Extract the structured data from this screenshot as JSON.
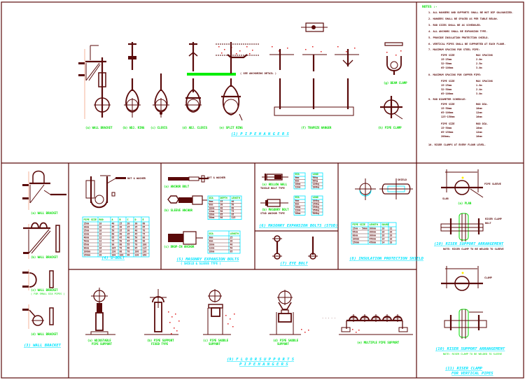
{
  "drawing": {
    "title": "Pipe Hangers and Supports Details",
    "sections": {
      "pipe_hangers": {
        "title": "(1) P I P E   H A N G E R S",
        "details": [
          "(a) WALL BRACKET",
          "(b) ADJ. RING",
          "(c) CLEVIS",
          "(d) ADJ. CLEVIS",
          "(e) SPLIT RING",
          "(f) TRAPEZE HANGER",
          "(g) BEAM CLAMP",
          "(h) PIPE CLAMP"
        ],
        "notes_caption": "( SEE ANCHORING DETAIL )"
      },
      "notes": {
        "heading": "NOTES :-",
        "items": [
          "1. ALL HANGERS AND SUPPORTS SHALL BE HOT DIP GALVANIZED.",
          "2. HANGERS SHALL BE SPACED AS PER TABLE BELOW.",
          "3. ROD SIZES SHALL BE AS SCHEDULED.",
          "4. ALL ANCHORS SHALL BE EXPANSION TYPE.",
          "5. PROVIDE INSULATION PROTECTION SHIELD.",
          "6. VERTICAL PIPES SHALL BE SUPPORTED AT EACH FLOOR.",
          "7. MAXIMUM SPACING FOR STEEL PIPE:",
          "8. MAXIMUM SPACING FOR COPPER PIPE:",
          "9. ROD DIAMETER SCHEDULE:",
          "10. RISER CLAMPS AT EVERY FLOOR LEVEL."
        ],
        "spacing_tables": [
          {
            "header": [
              "PIPE SIZE",
              "MAX SPACING"
            ],
            "rows": [
              [
                "15-25mm",
                "2.0m"
              ],
              [
                "32-50mm",
                "2.5m"
              ],
              [
                "65-100mm",
                "3.0m"
              ]
            ]
          },
          {
            "header": [
              "PIPE SIZE",
              "MAX SPACING"
            ],
            "rows": [
              [
                "15-25mm",
                "1.8m"
              ],
              [
                "32-50mm",
                "2.4m"
              ],
              [
                "65-100mm",
                "3.0m"
              ]
            ]
          },
          {
            "header": [
              "PIPE SIZE",
              "ROD DIA."
            ],
            "rows": [
              [
                "15-50mm",
                "10mm"
              ],
              [
                "65-100mm",
                "12mm"
              ],
              [
                "125-150mm",
                "16mm"
              ]
            ]
          },
          {
            "header": [
              "PIPE SIZE",
              "ROD DIA."
            ],
            "rows": [
              [
                "15-50mm",
                "10mm"
              ],
              [
                "65-150mm",
                "12mm"
              ],
              [
                "200mm+",
                "16mm"
              ]
            ]
          }
        ]
      },
      "wall_brackets": {
        "title": "(3) WALL BRACKET",
        "details": [
          "(a) WALL BRACKET",
          "(b) WALL BRACKET",
          "(c) WALL BRACKET",
          "(d) WALL BRACKET"
        ],
        "subcaption": "( FOR SMALL DIA PIPES )"
      },
      "u_bolt": {
        "title": "(4) U-BOLT",
        "label": "NUT & WASHER",
        "table": {
          "header": [
            "PIPE SIZE",
            "ROD",
            "A",
            "B",
            "C",
            "D",
            "E"
          ],
          "rows": [
            [
              "15mm",
              "10",
              "40",
              "25",
              "20",
              "30",
              "60"
            ],
            [
              "20mm",
              "10",
              "45",
              "30",
              "25",
              "35",
              "65"
            ],
            [
              "25mm",
              "10",
              "50",
              "35",
              "30",
              "40",
              "70"
            ],
            [
              "32mm",
              "10",
              "60",
              "40",
              "35",
              "45",
              "75"
            ],
            [
              "40mm",
              "12",
              "65",
              "45",
              "40",
              "50",
              "80"
            ],
            [
              "50mm",
              "12",
              "75",
              "50",
              "45",
              "60",
              "90"
            ],
            [
              "65mm",
              "12",
              "90",
              "60",
              "55",
              "70",
              "100"
            ],
            [
              "80mm",
              "16",
              "105",
              "70",
              "60",
              "85",
              "115"
            ],
            [
              "100mm",
              "16",
              "130",
              "80",
              "70",
              "100",
              "130"
            ],
            [
              "150mm",
              "20",
              "180",
              "100",
              "90",
              "130",
              "160"
            ]
          ]
        }
      },
      "expansion_bolts": {
        "title": "(5) MASONRY EXPANSION BOLTS",
        "subtitle": "( SHIELD & SLEEVE TYPE )",
        "details": [
          "(a) ANCHOR BOLT",
          "(b) SLEEVE ANCHOR",
          "(c) DROP-IN ANCHOR"
        ],
        "anchor_label": "NUT & WASHER",
        "table_b": {
          "header": [
            "DIA",
            "DEPTH",
            "LENGTH"
          ],
          "rows": [
            [
              "6mm",
              "25",
              "40"
            ],
            [
              "8mm",
              "30",
              "50"
            ],
            [
              "10mm",
              "40",
              "60"
            ],
            [
              "12mm",
              "50",
              "75"
            ],
            [
              "16mm",
              "65",
              "95"
            ],
            [
              "20mm",
              "80",
              "115"
            ]
          ]
        },
        "table_c": {
          "header": [
            "DIA",
            "LENGTH"
          ],
          "rows": [
            [
              "6mm",
              "25"
            ],
            [
              "8mm",
              "30"
            ],
            [
              "10mm",
              "40"
            ],
            [
              "12mm",
              "50"
            ],
            [
              "16mm",
              "65"
            ]
          ]
        }
      },
      "masonry_bolts": {
        "title": "(6) MASONRY EXPANSION BOLTS (STUD)",
        "details": [
          "(a) HOLLOW WALL",
          "(b) MASONRY BOLT"
        ],
        "detail_sublabels": [
          "TOGGLE BOLT TYPE",
          "STUD ANCHOR TYPE"
        ],
        "table_a1": {
          "header": [
            "DIA"
          ],
          "rows": [
            [
              "6mm"
            ],
            [
              "8mm"
            ],
            [
              "10mm"
            ],
            [
              "12mm"
            ]
          ]
        },
        "table_a2": {
          "header": [
            "LOAD"
          ],
          "rows": [
            [
              "50kg"
            ],
            [
              "80kg"
            ],
            [
              "120kg"
            ],
            [
              "180kg"
            ]
          ]
        },
        "table_b1": {
          "header": [
            "DIA"
          ],
          "rows": [
            [
              "6mm"
            ],
            [
              "8mm"
            ],
            [
              "10mm"
            ],
            [
              "12mm"
            ],
            [
              "16mm"
            ]
          ]
        },
        "table_b2": {
          "header": [
            "LOAD"
          ],
          "rows": [
            [
              "100kg"
            ],
            [
              "150kg"
            ],
            [
              "250kg"
            ],
            [
              "350kg"
            ],
            [
              "500kg"
            ]
          ]
        }
      },
      "eye_bolt": {
        "title": "(7) EYE BOLT"
      },
      "protection_shield": {
        "title": "(8) INSULATION PROTECTION SHIELD",
        "label": "SHIELD",
        "table": {
          "header": [
            "PIPE SIZE",
            "LENGTH",
            "GAUGE"
          ],
          "rows": [
            [
              "15mm - 50mm",
              "300mm",
              "18",
              "22"
            ],
            [
              "65mm",
              "300mm",
              "16",
              "20"
            ],
            [
              "80mm",
              "300mm",
              "16",
              "20"
            ],
            [
              "100mm",
              "450mm",
              "14",
              "18"
            ],
            [
              "150mm",
              "450mm",
              "14",
              "18"
            ]
          ]
        }
      },
      "floor_supports": {
        "title_line1": "(9) F L O O R   S U P P O R T S",
        "title_line2": "P I P E   H A N G E R S",
        "details": [
          {
            "name": "(a) ADJUSTABLE",
            "sub": "PIPE SUPPORT"
          },
          {
            "name": "(b) PIPE SUPPORT",
            "sub": "FIXED TYPE"
          },
          {
            "name": "(c) PIPE SADDLE",
            "sub": "SUPPORT"
          },
          {
            "name": "(d) PIPE SADDLE",
            "sub": "SUPPORT"
          },
          {
            "name": "(e) MULTIPLE PIPE SUPPORT",
            "sub": ""
          }
        ],
        "ellipsis": ". . . . ."
      },
      "riser": {
        "title1": "(10) RISER SUPPORT ARRANGEMENT",
        "subtitle1": "NOTE: RISER CLAMP TO BE WELDED TO SLEEVE",
        "detail_label": "(a) PLAN",
        "title2": "(11) RISER CLAMP",
        "subtitle2": "FOR VERTICAL PIPES",
        "labels": [
          "PIPE SLEEVE",
          "RISER CLAMP",
          "BOLT",
          "SLAB",
          "CLAMP"
        ]
      }
    },
    "colors": {
      "linework": "#5a0a0a",
      "titles": "#00e5ff",
      "labels": "#00dd00",
      "concrete": "#e02020",
      "wall": "#f4a080"
    }
  }
}
